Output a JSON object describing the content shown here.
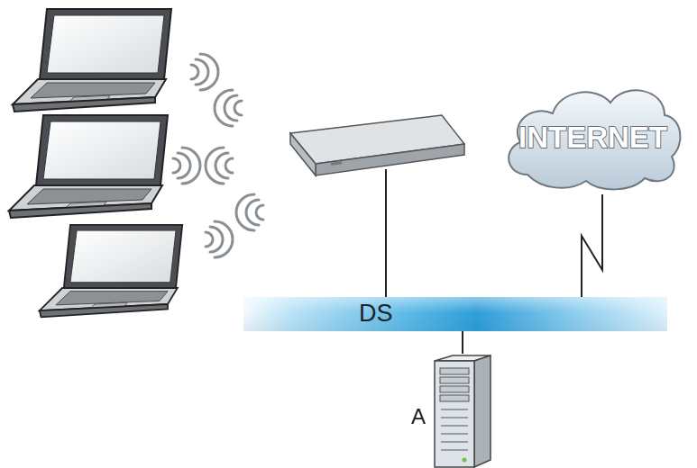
{
  "diagram": {
    "nodes": [
      {
        "text": [
          "INTERNET"
        ]
      },
      {
        "text": [
          "DS"
        ]
      },
      {
        "text": [
          "A"
        ]
      }
    ],
    "edges": [
      {
        "from": 0,
        "to": 1,
        "arrow": "none"
      },
      {
        "from": 1,
        "to": 2,
        "arrow": "none"
      }
    ]
  }
}
